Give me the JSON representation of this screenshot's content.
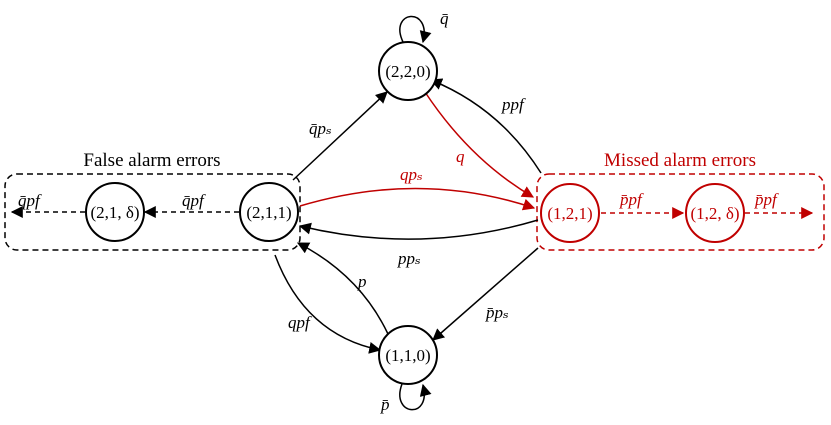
{
  "colors": {
    "default": "#000000",
    "missed": "#c00000"
  },
  "groups": {
    "false_alarm": {
      "title": "False alarm errors"
    },
    "missed_alarm": {
      "title": "Missed alarm errors"
    }
  },
  "nodes": {
    "n220": "(2,2,0)",
    "n211": "(2,1,1)",
    "n21d": "(2,1, δ)",
    "n110": "(1,1,0)",
    "n121": "(1,2,1)",
    "n12d": "(1,2, δ)"
  },
  "edges": {
    "self_220": "q̄",
    "e211_220": "q̄pₛ",
    "e220_121": "q",
    "e121_220": "ppf",
    "e211_121": "qpₛ",
    "e121_211": "ppₛ",
    "e211_21d": "q̄pf",
    "e21d_out": "q̄pf",
    "e121_12d": "p̄pf",
    "e12d_out": "p̄pf",
    "e211_110": "qpf",
    "e110_211": "p",
    "e121_110": "p̄pₛ",
    "self_110": "p̄"
  }
}
